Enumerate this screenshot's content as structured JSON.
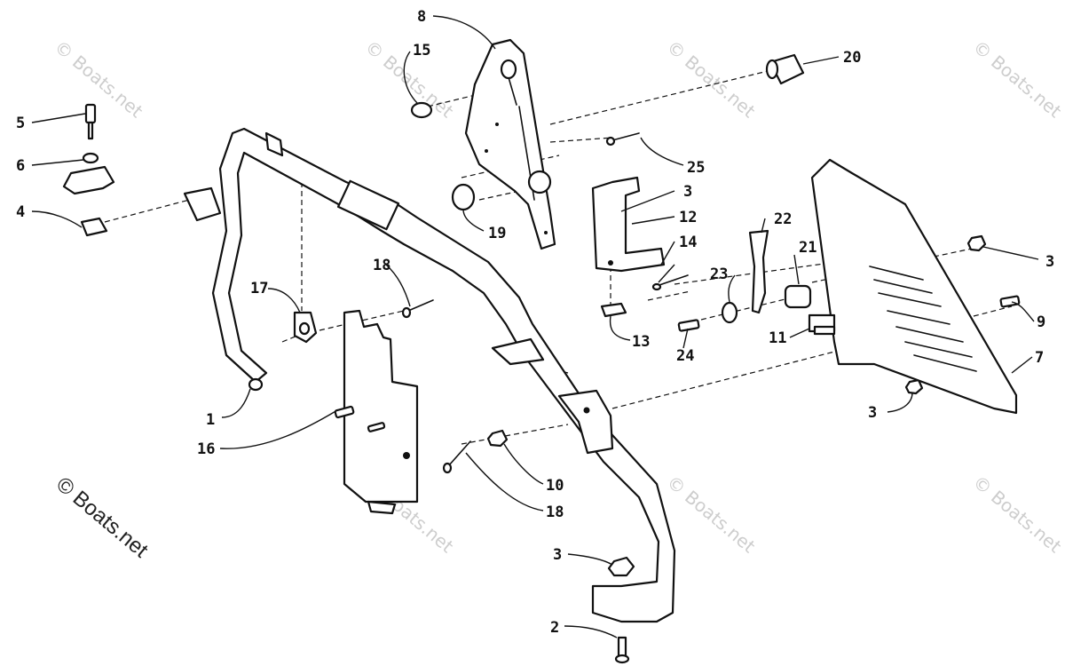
{
  "watermark": {
    "main_text": "© Boats.net",
    "tile_text": "© Boats.net"
  },
  "callouts": {
    "c1": "1",
    "c2": "2",
    "c3a": "3",
    "c3b": "3",
    "c3c": "3",
    "c3d": "3",
    "c4": "4",
    "c5": "5",
    "c6": "6",
    "c7": "7",
    "c8": "8",
    "c9": "9",
    "c10": "10",
    "c11": "11",
    "c12": "12",
    "c13": "13",
    "c14": "14",
    "c15": "15",
    "c16": "16",
    "c17": "17",
    "c18a": "18",
    "c18b": "18",
    "c19": "19",
    "c20": "20",
    "c21": "21",
    "c22": "22",
    "c23": "23",
    "c24": "24",
    "c25": "25"
  }
}
